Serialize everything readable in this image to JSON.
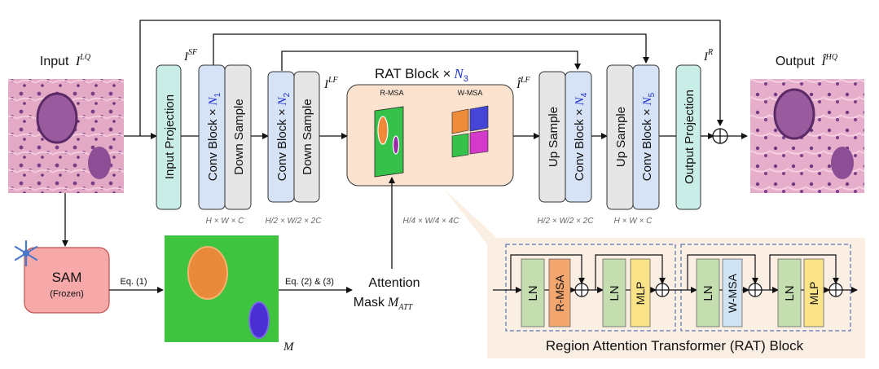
{
  "input": {
    "label": "Input",
    "symbol": "I",
    "sup": "LQ"
  },
  "output": {
    "label": "Output",
    "symbol": "Î",
    "sup": "HQ"
  },
  "blocks": {
    "input_projection": "Input Projection",
    "conv1": {
      "text": "Conv Block ×",
      "n": "N",
      "sub": "1"
    },
    "down1": "Down Sample",
    "conv2": {
      "text": "Conv Block ×",
      "n": "N",
      "sub": "2"
    },
    "down2": "Down Sample",
    "up1": "Up Sample",
    "conv4": {
      "text": "Conv Block ×",
      "n": "N",
      "sub": "4"
    },
    "up2": "Up Sample",
    "conv5": {
      "text": "Conv Block ×",
      "n": "N",
      "sub": "5"
    },
    "output_projection": "Output Projection"
  },
  "features": {
    "isf": {
      "symbol": "I",
      "sup": "SF"
    },
    "ilf": {
      "symbol": "I",
      "sup": "LF"
    },
    "ilf_hat": {
      "symbol": "Î",
      "sup": "LF"
    },
    "ir": {
      "symbol": "I",
      "sup": "R"
    }
  },
  "rat_block": {
    "title": "RAT Block ×",
    "n": "N",
    "sub": "3",
    "rmsa": "R-MSA",
    "wmsa": "W-MSA"
  },
  "dims": {
    "d1": "H × W × C",
    "d2": "H/2 × W/2 × 2C",
    "d3": "H/4 × W/4 × 4C",
    "d4": "H/2 × W/2 × 2C",
    "d5": "H × W × C"
  },
  "sam": {
    "label": "SAM",
    "sub": "(Frozen)",
    "icon": "snowflake-icon"
  },
  "eq1": "Eq. (1)",
  "eq23": "Eq. (2) & (3)",
  "mask_label": "M",
  "attention": {
    "line1": "Attention",
    "line2": "Mask",
    "symbol": "M",
    "sub": "ATT"
  },
  "rat_detail": {
    "caption": "Region Attention Transformer (RAT) Block",
    "ln": "LN",
    "rmsa": "R-MSA",
    "wmsa": "W-MSA",
    "mlp": "MLP"
  },
  "colors": {
    "teal": "#c9eee7",
    "blue": "#d6e2f5",
    "gray": "#e6e6e6",
    "peach": "#fbe3cf",
    "green": "#c4deb0",
    "orange": "#f3a76f",
    "yellow": "#fbe387",
    "lightblue": "#cfe3f3",
    "sam": "#f7a9aa",
    "accent": "#1d2fd1"
  }
}
